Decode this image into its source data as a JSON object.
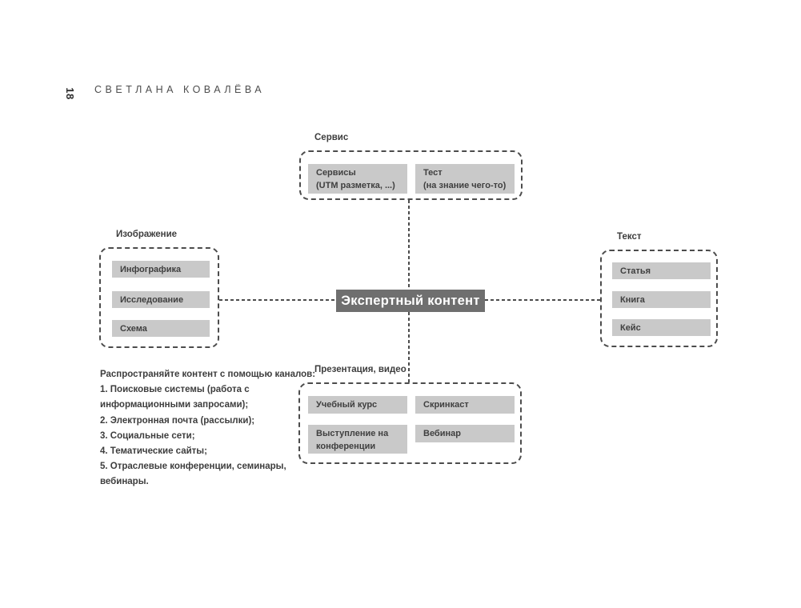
{
  "page": {
    "number": "18",
    "running_header": "СВЕТЛАНА КОВАЛЁВА"
  },
  "colors": {
    "item_box_fill": "#c9c9c9",
    "center_node_fill": "#6f6f6f",
    "center_node_text": "#ffffff",
    "dashed_line": "#4c4c4c",
    "body_text": "#3d3d3d",
    "header_text": "#4d4d4d"
  },
  "diagram": {
    "center_label": "Экспертный контент",
    "groups": {
      "top": {
        "label": "Сервис",
        "items": [
          [
            "Сервисы",
            "(UTM разметка, ...)"
          ],
          [
            "Тест",
            "(на знание чего-то)"
          ]
        ]
      },
      "left": {
        "label": "Изображение",
        "items": [
          [
            "Инфографика"
          ],
          [
            "Исследование"
          ],
          [
            "Схема"
          ]
        ]
      },
      "right": {
        "label": "Текст",
        "items": [
          [
            "Статья"
          ],
          [
            "Книга"
          ],
          [
            "Кейс"
          ]
        ]
      },
      "bottom": {
        "label": "Презентация, видео",
        "items": [
          [
            "Учебный курс"
          ],
          [
            "Скринкаст"
          ],
          [
            "Выступление на",
            "конференции"
          ],
          [
            "Вебинар"
          ]
        ]
      }
    }
  },
  "note": {
    "lines": [
      "Распространяйте контент с помощью каналов:",
      "1. Поисковые системы (работа с",
      "информационными запросами);",
      "2. Электронная почта (рассылки);",
      "3. Социальные сети;",
      "4. Тематические сайты;",
      "5. Отраслевые конференции, семинары,",
      "вебинары."
    ]
  }
}
